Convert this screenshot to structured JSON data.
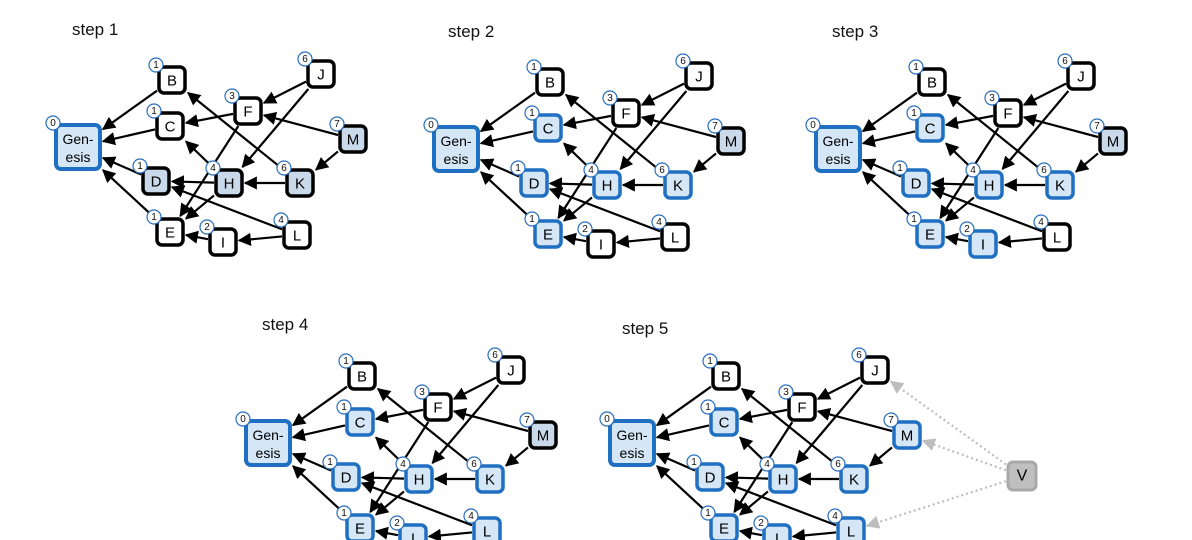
{
  "steps": [
    {
      "label": "step 1",
      "blue": [
        "Genesis"
      ]
    },
    {
      "label": "step 2",
      "blue": [
        "Genesis",
        "C",
        "D",
        "E",
        "H",
        "K"
      ]
    },
    {
      "label": "step 3",
      "blue": [
        "Genesis",
        "C",
        "D",
        "E",
        "H",
        "K",
        "I"
      ]
    },
    {
      "label": "step 4",
      "blue": [
        "Genesis",
        "C",
        "D",
        "E",
        "H",
        "K",
        "I",
        "L"
      ]
    },
    {
      "label": "step 5",
      "blue": [
        "Genesis",
        "C",
        "D",
        "E",
        "H",
        "K",
        "I",
        "L",
        "M"
      ],
      "voter": "V"
    }
  ],
  "nodes": [
    {
      "id": "Genesis",
      "lines": [
        "Gen-",
        "esis"
      ],
      "badge": "0"
    },
    {
      "id": "B",
      "label": "B",
      "badge": "1"
    },
    {
      "id": "C",
      "label": "C",
      "badge": "1"
    },
    {
      "id": "D",
      "label": "D",
      "badge": "1"
    },
    {
      "id": "E",
      "label": "E",
      "badge": "1"
    },
    {
      "id": "F",
      "label": "F",
      "badge": "3"
    },
    {
      "id": "H",
      "label": "H",
      "badge": "4"
    },
    {
      "id": "I",
      "label": "I",
      "badge": "2"
    },
    {
      "id": "J",
      "label": "J",
      "badge": "6"
    },
    {
      "id": "K",
      "label": "K",
      "badge": "6"
    },
    {
      "id": "L",
      "label": "L",
      "badge": "4"
    },
    {
      "id": "M",
      "label": "M",
      "badge": "7"
    }
  ],
  "edges": [
    [
      "B",
      "Genesis"
    ],
    [
      "C",
      "Genesis"
    ],
    [
      "D",
      "Genesis"
    ],
    [
      "E",
      "Genesis"
    ],
    [
      "F",
      "C"
    ],
    [
      "F",
      "E"
    ],
    [
      "J",
      "F"
    ],
    [
      "J",
      "H"
    ],
    [
      "H",
      "C"
    ],
    [
      "H",
      "D"
    ],
    [
      "H",
      "E"
    ],
    [
      "K",
      "H"
    ],
    [
      "K",
      "B"
    ],
    [
      "M",
      "K"
    ],
    [
      "M",
      "F"
    ],
    [
      "L",
      "I"
    ],
    [
      "L",
      "D"
    ],
    [
      "I",
      "E"
    ]
  ],
  "voter_edges": [
    [
      "V",
      "J"
    ],
    [
      "V",
      "M"
    ],
    [
      "V",
      "L"
    ]
  ],
  "colors": {
    "blue_stroke": "#1f6fc2",
    "blue_fill": "#d5e6f7",
    "black_stroke": "#000000",
    "white_fill": "#ffffff",
    "voter": "#bfbfbf"
  }
}
